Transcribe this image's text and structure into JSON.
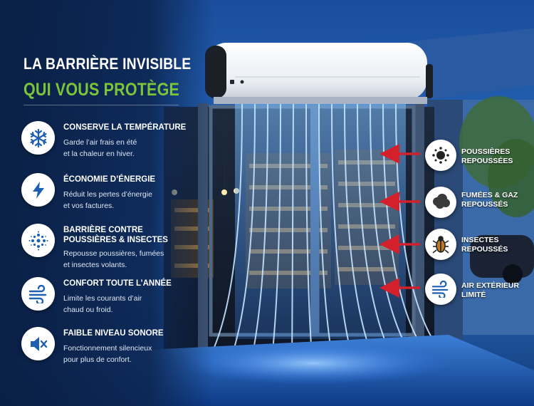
{
  "heading": {
    "line1": "LA BARRIÈRE INVISIBLE",
    "line2": "QUI VOUS PROTÈGE"
  },
  "features": [
    {
      "icon": "snowflake-icon",
      "title": "CONSERVE LA TEMPÉRATURE",
      "desc_lines": [
        "Garde l’air frais en été",
        "et la chaleur en hiver."
      ]
    },
    {
      "icon": "lightning-bolt-icon",
      "title": "ÉCONOMIE D’ÉNERGIE",
      "desc_lines": [
        "Réduit les pertes d’énergie",
        "et vos factures."
      ]
    },
    {
      "icon": "particles-icon",
      "title_lines": [
        "BARRIÈRE CONTRE",
        "POUSSIÈRES & INSECTES"
      ],
      "desc_lines": [
        "Repousse poussières, fumées",
        "et insectes volants."
      ]
    },
    {
      "icon": "wind-icon",
      "title": "CONFORT TOUTE L’ANNÉE",
      "desc_lines": [
        "Limite les courants d’air",
        "chaud ou froid."
      ]
    },
    {
      "icon": "speaker-mute-icon",
      "title": "FAIBLE NIVEAU SONORE",
      "desc_lines": [
        "Fonctionnement silencieux",
        "pour plus de confort."
      ]
    }
  ],
  "blocked": [
    {
      "icon": "dust-particles-icon",
      "lines": [
        "POUSSIÈRES",
        "REPOUSSÉES"
      ]
    },
    {
      "icon": "smoke-cloud-icon",
      "lines": [
        "FUMÉES & GAZ",
        "REPOUSSÉS"
      ]
    },
    {
      "icon": "insect-icon",
      "lines": [
        "INSECTES",
        "REPOUSSÉS"
      ]
    },
    {
      "icon": "wind-icon",
      "lines": [
        "AIR EXTÉRIEUR",
        "LIMITÉ"
      ]
    }
  ],
  "colors": {
    "accent_green": "#7cc43a",
    "icon_blue": "#1f5fb0",
    "arrow_red": "#d3202a",
    "air_blue": "#4fa3ff"
  }
}
